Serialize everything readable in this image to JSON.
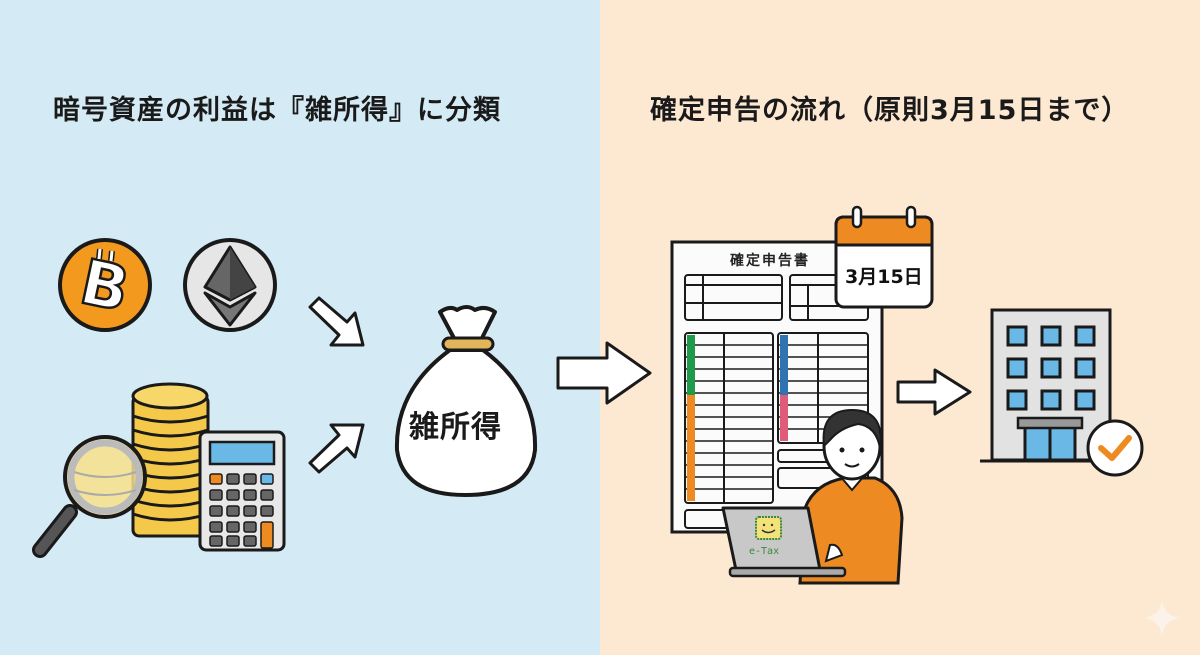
{
  "left_panel": {
    "title": "暗号資産の利益は『雑所得』に分類",
    "background": "#d4ebf5",
    "icons": [
      "bitcoin-coin-icon",
      "ethereum-coin-icon",
      "coin-stack-icon",
      "magnifying-glass-icon",
      "calculator-icon",
      "arrow-icon"
    ],
    "bag_label": "雑所得"
  },
  "right_panel": {
    "title": "確定申告の流れ（原則3月15日まで）",
    "background": "#fde8d2",
    "form_title": "確定申告書",
    "calendar_date": "3月15日",
    "laptop_label": "e-Tax",
    "icons": [
      "tax-form-icon",
      "calendar-icon",
      "person-icon",
      "laptop-icon",
      "tax-office-building-icon",
      "checkmark-icon"
    ]
  },
  "colors": {
    "bitcoin_orange": "#f39a1e",
    "accent_orange": "#ee8a22",
    "green_bar": "#1f9a4a",
    "blue_bar": "#2f74b0",
    "pink_bar": "#e05a7a",
    "window_blue": "#6ab8e6",
    "coin_yellow": "#f4c94a"
  }
}
